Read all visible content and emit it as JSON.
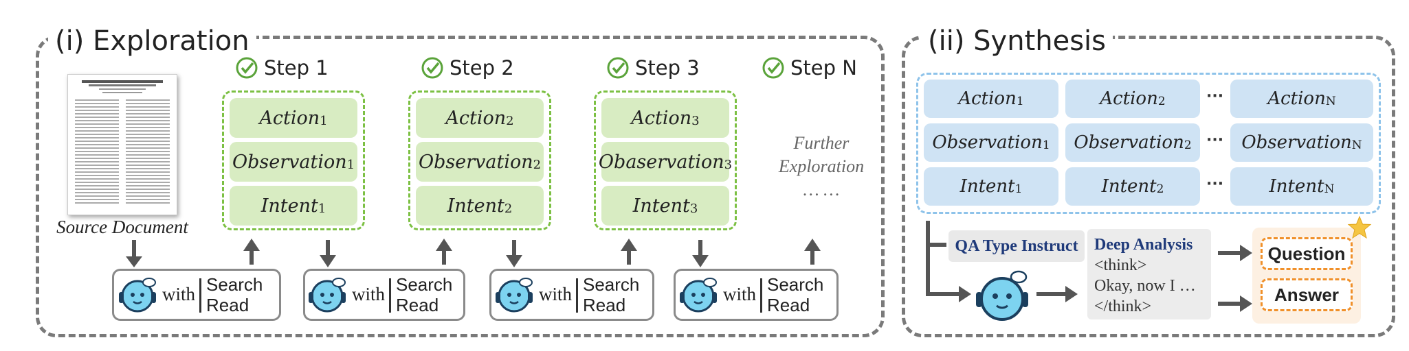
{
  "exploration": {
    "title": "(i) Exploration",
    "source_label": "Source Document",
    "further": [
      "Further",
      "Exploration",
      "… …"
    ],
    "steps": [
      {
        "label": "Step 1",
        "cells": [
          {
            "t": "Action",
            "s": "1"
          },
          {
            "t": "Observation",
            "s": "1"
          },
          {
            "t": "Intent",
            "s": "1"
          }
        ]
      },
      {
        "label": "Step 2",
        "cells": [
          {
            "t": "Action",
            "s": "2"
          },
          {
            "t": "Observation",
            "s": "2"
          },
          {
            "t": "Intent",
            "s": "2"
          }
        ]
      },
      {
        "label": "Step 3",
        "cells": [
          {
            "t": "Action",
            "s": "3"
          },
          {
            "t": "Obaservation",
            "s": "3"
          },
          {
            "t": "Intent",
            "s": "3"
          }
        ]
      },
      {
        "label": "Step N"
      }
    ],
    "agent": {
      "with": "with",
      "tool1": "Search",
      "tool2": "Read"
    }
  },
  "synthesis": {
    "title": "(ii) Synthesis",
    "rows": [
      [
        {
          "t": "Action",
          "s": "1"
        },
        {
          "t": "Action",
          "s": "2"
        },
        {
          "t": "Action",
          "s": "N"
        }
      ],
      [
        {
          "t": "Observation",
          "s": "1"
        },
        {
          "t": "Observation",
          "s": "2"
        },
        {
          "t": "Observation",
          "s": "N"
        }
      ],
      [
        {
          "t": "Intent",
          "s": "1"
        },
        {
          "t": "Intent",
          "s": "2"
        },
        {
          "t": "Intent",
          "s": "N"
        }
      ]
    ],
    "ellipsis": "···",
    "qa_instruct": "QA Type Instruct",
    "deep_analysis": {
      "title": "Deep Analysis",
      "lines": [
        "<think>",
        "Okay, now I …",
        "</think>"
      ]
    },
    "question": "Question",
    "answer": "Answer"
  },
  "colors": {
    "green_fill": "#d8ecc2",
    "green_border": "#7cc043",
    "blue_fill": "#cfe3f4",
    "blue_border": "#8ec3ea",
    "orange": "#f0902a",
    "robot": "#7dd3f0"
  }
}
